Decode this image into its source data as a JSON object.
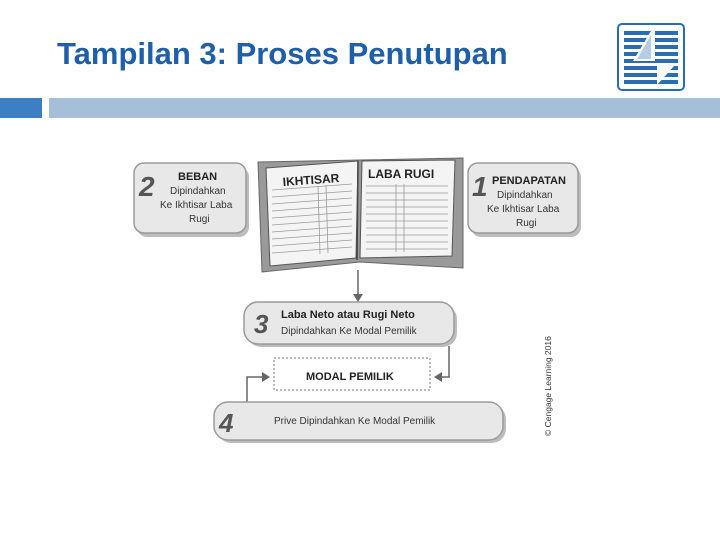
{
  "title": "Tampilan 3: Proses Penutupan",
  "book": {
    "left_title": "IKHTISAR",
    "right_title": "LABA RUGI"
  },
  "beban": {
    "num": "2",
    "title": "BEBAN",
    "l1": "Dipindahkan",
    "l2": "Ke Ikhtisar Laba",
    "l3": "Rugi"
  },
  "pendapatan": {
    "num": "1",
    "title": "PENDAPATAN",
    "l1": "Dipindahkan",
    "l2": "Ke Ikhtisar Laba",
    "l3": "Rugi"
  },
  "laba": {
    "num": "3",
    "title": "Laba Neto atau Rugi Neto",
    "l1": "Dipindahkan Ke Modal Pemilik"
  },
  "modal": {
    "label": "MODAL PEMILIK"
  },
  "prive": {
    "num": "4",
    "label": "Prive Dipindahkan Ke Modal Pemilik"
  },
  "copyright": "© Cengage Learning 2016"
}
